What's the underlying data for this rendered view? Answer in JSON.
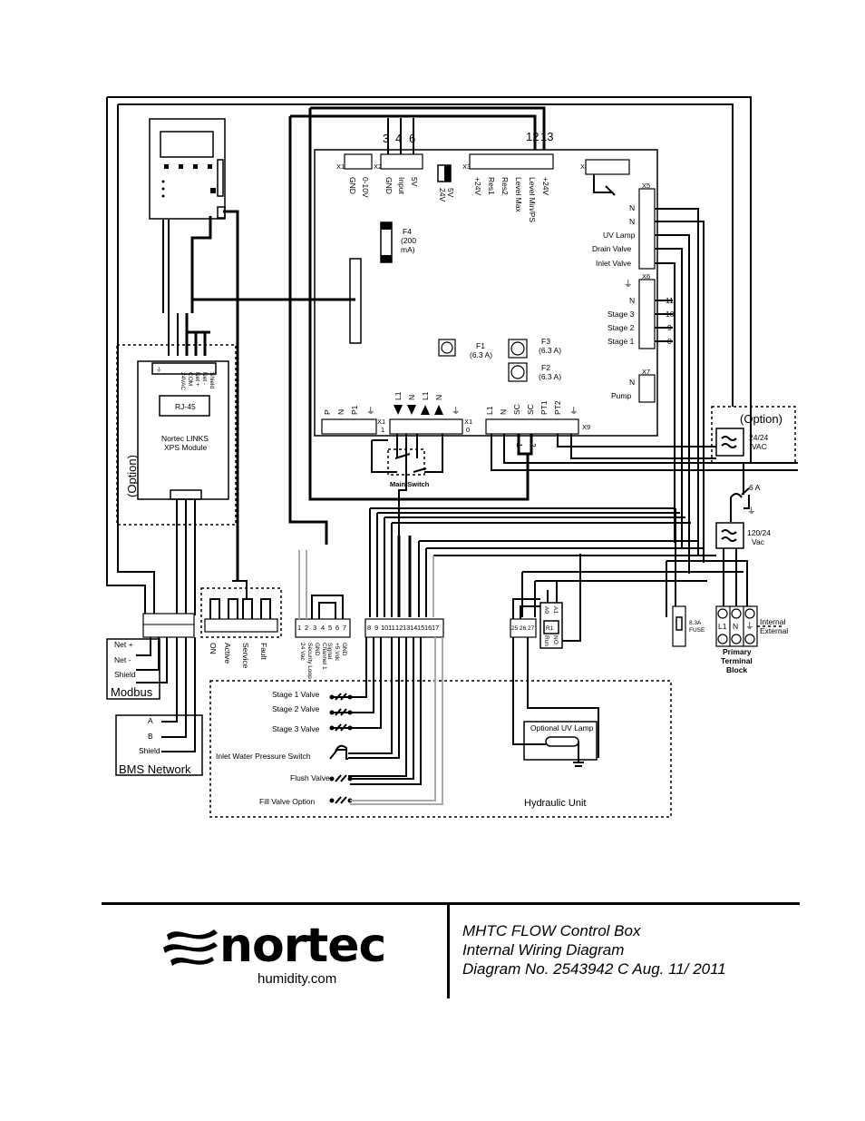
{
  "diagram": {
    "controller_terminals": {
      "x1_label": "X1",
      "x1_pins": [
        "GND",
        "0-10V"
      ],
      "x2_label": "X2",
      "x2_pins": [
        "GND",
        "Input",
        "5V"
      ],
      "x2_wire_numbers": [
        "3",
        "4",
        "6"
      ],
      "jumper_labels": [
        "24V",
        "5V"
      ],
      "x3_label": "X3",
      "x3_pins": [
        "+24V",
        "Res1",
        "Res2",
        "Level Max",
        "Level Min/PS",
        "+24V"
      ],
      "x3_wire_numbers": [
        "12",
        "13"
      ],
      "x4_label": "X4",
      "x5_label": "X5",
      "x5_pins": [
        "N",
        "N",
        "UV Lamp",
        "Drain Valve",
        "Inlet Valve"
      ],
      "x6_label": "X6",
      "x6_pins": [
        "N",
        "Stage 3",
        "Stage 2",
        "Stage 1"
      ],
      "x6_wire_numbers": [
        "11",
        "10",
        "9",
        "8"
      ],
      "x7_label": "X7",
      "x7_pins": [
        "N",
        "Pump"
      ],
      "fuse_f4": [
        "F4",
        "(200",
        "mA)"
      ],
      "fuse_f1": [
        "F1",
        "(6.3 A)"
      ],
      "fuse_f3": [
        "F3",
        "(6.3 A)"
      ],
      "fuse_f2": [
        "F2",
        "(6.3 A)"
      ],
      "power_terminals": [
        "P",
        "N",
        "P1"
      ],
      "x1_1_label": [
        "X1",
        "1"
      ],
      "x1_0_label": [
        "X1",
        "0"
      ],
      "arrow_terminals": [
        "L1",
        "N",
        "L1",
        "N"
      ],
      "x9_label": "X9",
      "x9_pins": [
        "L1",
        "N",
        "SC",
        "SC",
        "PT1",
        "PT2"
      ],
      "x9_wire_numbers": [
        "1",
        "2"
      ],
      "main_switch": "Main Switch"
    },
    "links_module": {
      "pins": [
        "⏚",
        "24VAC",
        "COM",
        "Net +",
        "Net -",
        "Shield"
      ],
      "rj45": "RJ-45",
      "name_line1": "Nortec LINKS",
      "name_line2": "XPS Module",
      "option": "(Option)"
    },
    "lower_terminals": {
      "modbus_pins": [
        "Net +",
        "Net -",
        "Shield"
      ],
      "modbus_label": "Modbus",
      "bms_pins": [
        "A",
        "B",
        "Shield"
      ],
      "bms_label": "BMS Network",
      "relay_labels": [
        "ON",
        "Active",
        "Service",
        "Fault"
      ],
      "security_numbers": [
        "1",
        "2",
        "3",
        "4",
        "5",
        "6",
        "7"
      ],
      "security_labels": [
        "24 Vac",
        "Security Loop",
        "GND",
        "Channel 1",
        "Signal",
        "+5 Vdc",
        "GND"
      ],
      "stage_numbers": [
        "8",
        "9",
        "10",
        "11",
        "12",
        "13",
        "14",
        "15",
        "16",
        "17"
      ],
      "uv_numbers": [
        "25",
        "26",
        "27"
      ]
    },
    "hydraulic": {
      "stage1": "Stage 1 Valve",
      "stage2": "Stage 2 Valve",
      "stage3": "Stage 3 Valve",
      "pressure": "Inlet  Water Pressure Switch",
      "flush": "Flush Valve",
      "fill": "Fill Valve Option",
      "unit": "Hydraulic Unit",
      "uv_lamp": "Optional UV Lamp"
    },
    "power": {
      "option": "(Option)",
      "transformer1": [
        "24/24",
        "VAC"
      ],
      "fuse_6a": "6 A",
      "transformer2": [
        "120/24",
        "Vac"
      ],
      "fuse_small": [
        "8.3A",
        "FUSE"
      ],
      "relay": [
        "R1",
        "A0",
        "A1",
        "Run",
        "NO"
      ],
      "primary_terminals": [
        "L1",
        "N"
      ],
      "primary_label": [
        "Primary",
        "Terminal",
        "Block"
      ],
      "internal_external": [
        "Internal",
        "External"
      ]
    }
  },
  "title_block": {
    "logo_text": "nortec",
    "logo_subtext": "humidity.com",
    "line1": "MHTC FLOW Control Box",
    "line2": "Internal Wiring Diagram",
    "line3": "Diagram No. 2543942 C  Aug. 11/ 2011"
  }
}
